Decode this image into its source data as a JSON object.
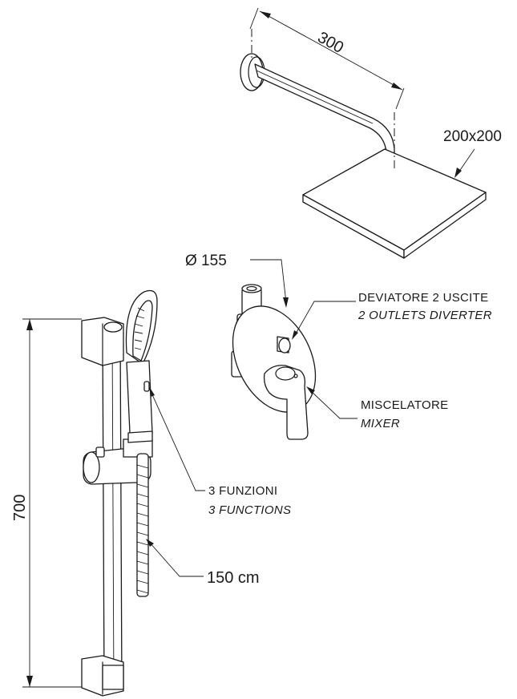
{
  "dimensions": {
    "arm_length": "300",
    "head_size": "200x200",
    "plate_diameter": "Ø 155",
    "rail_height": "700",
    "hose_length": "150 cm"
  },
  "callouts": {
    "diverter_it": "DEVIATORE 2 USCITE",
    "diverter_en": "2 OUTLETS DIVERTER",
    "mixer_it": "MISCELATORE",
    "mixer_en": "MIXER",
    "functions_it": "3 FUNZIONI",
    "functions_en": "3 FUNCTIONS"
  }
}
